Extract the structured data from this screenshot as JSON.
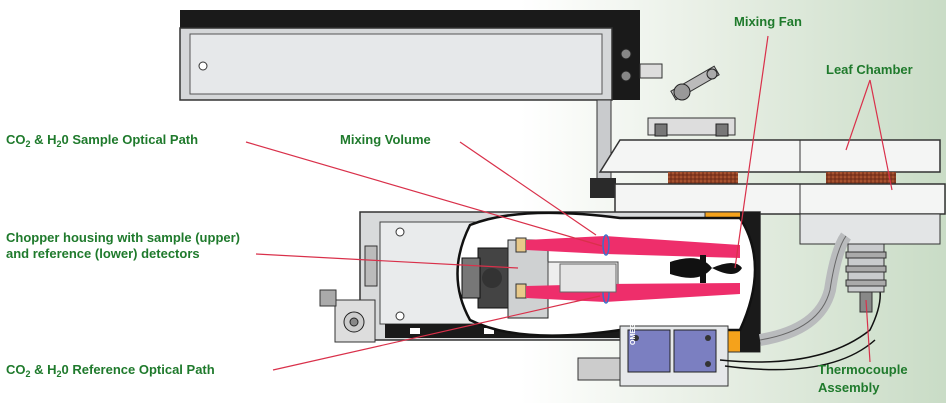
{
  "labels": {
    "mixing_fan": "Mixing Fan",
    "leaf_chamber": "Leaf Chamber",
    "sample_path": {
      "co": "CO",
      "sub1": "2",
      "mid": " & H",
      "sub2": "2",
      "rest": "0 Sample Optical Path"
    },
    "mixing_volume": "Mixing Volume",
    "chopper_line1": "Chopper housing with sample (upper)",
    "chopper_line2": "and reference (lower) detectors",
    "reference_path": {
      "co": "CO",
      "sub1": "2",
      "mid": " & H",
      "sub2": "2",
      "rest": "0 Reference Optical Path"
    },
    "thermocouple_line1": "Thermocouple",
    "thermocouple_line2": "Assembly",
    "omega_brand": "OMEGA"
  },
  "colors": {
    "label_green": "#1f7a2c",
    "leader_red": "#d9304a",
    "optical_pink": "#ee2e6b",
    "housing_orange": "#f5a21b",
    "gasket_brown": "#8a3d22"
  }
}
